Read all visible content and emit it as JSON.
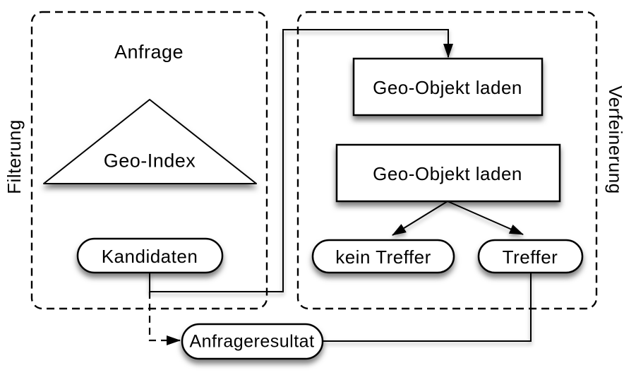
{
  "colors": {
    "background": "#ffffff",
    "stroke": "#000000",
    "shape_fill": "#ffffff"
  },
  "sections": {
    "filterung": {
      "label": "Filterung"
    },
    "verfeinerung": {
      "label": "Verfeinerung"
    }
  },
  "nodes": {
    "anfrage": {
      "label": "Anfrage"
    },
    "geo_index": {
      "label": "Geo-Index"
    },
    "kandidaten": {
      "label": "Kandidaten"
    },
    "geo_objekt_laden_1": {
      "label": "Geo-Objekt laden"
    },
    "geo_objekt_laden_2": {
      "label": "Geo-Objekt laden"
    },
    "kein_treffer": {
      "label": "kein Treffer"
    },
    "treffer": {
      "label": "Treffer"
    },
    "anfrageresultat": {
      "label": "Anfrageresultat"
    }
  }
}
